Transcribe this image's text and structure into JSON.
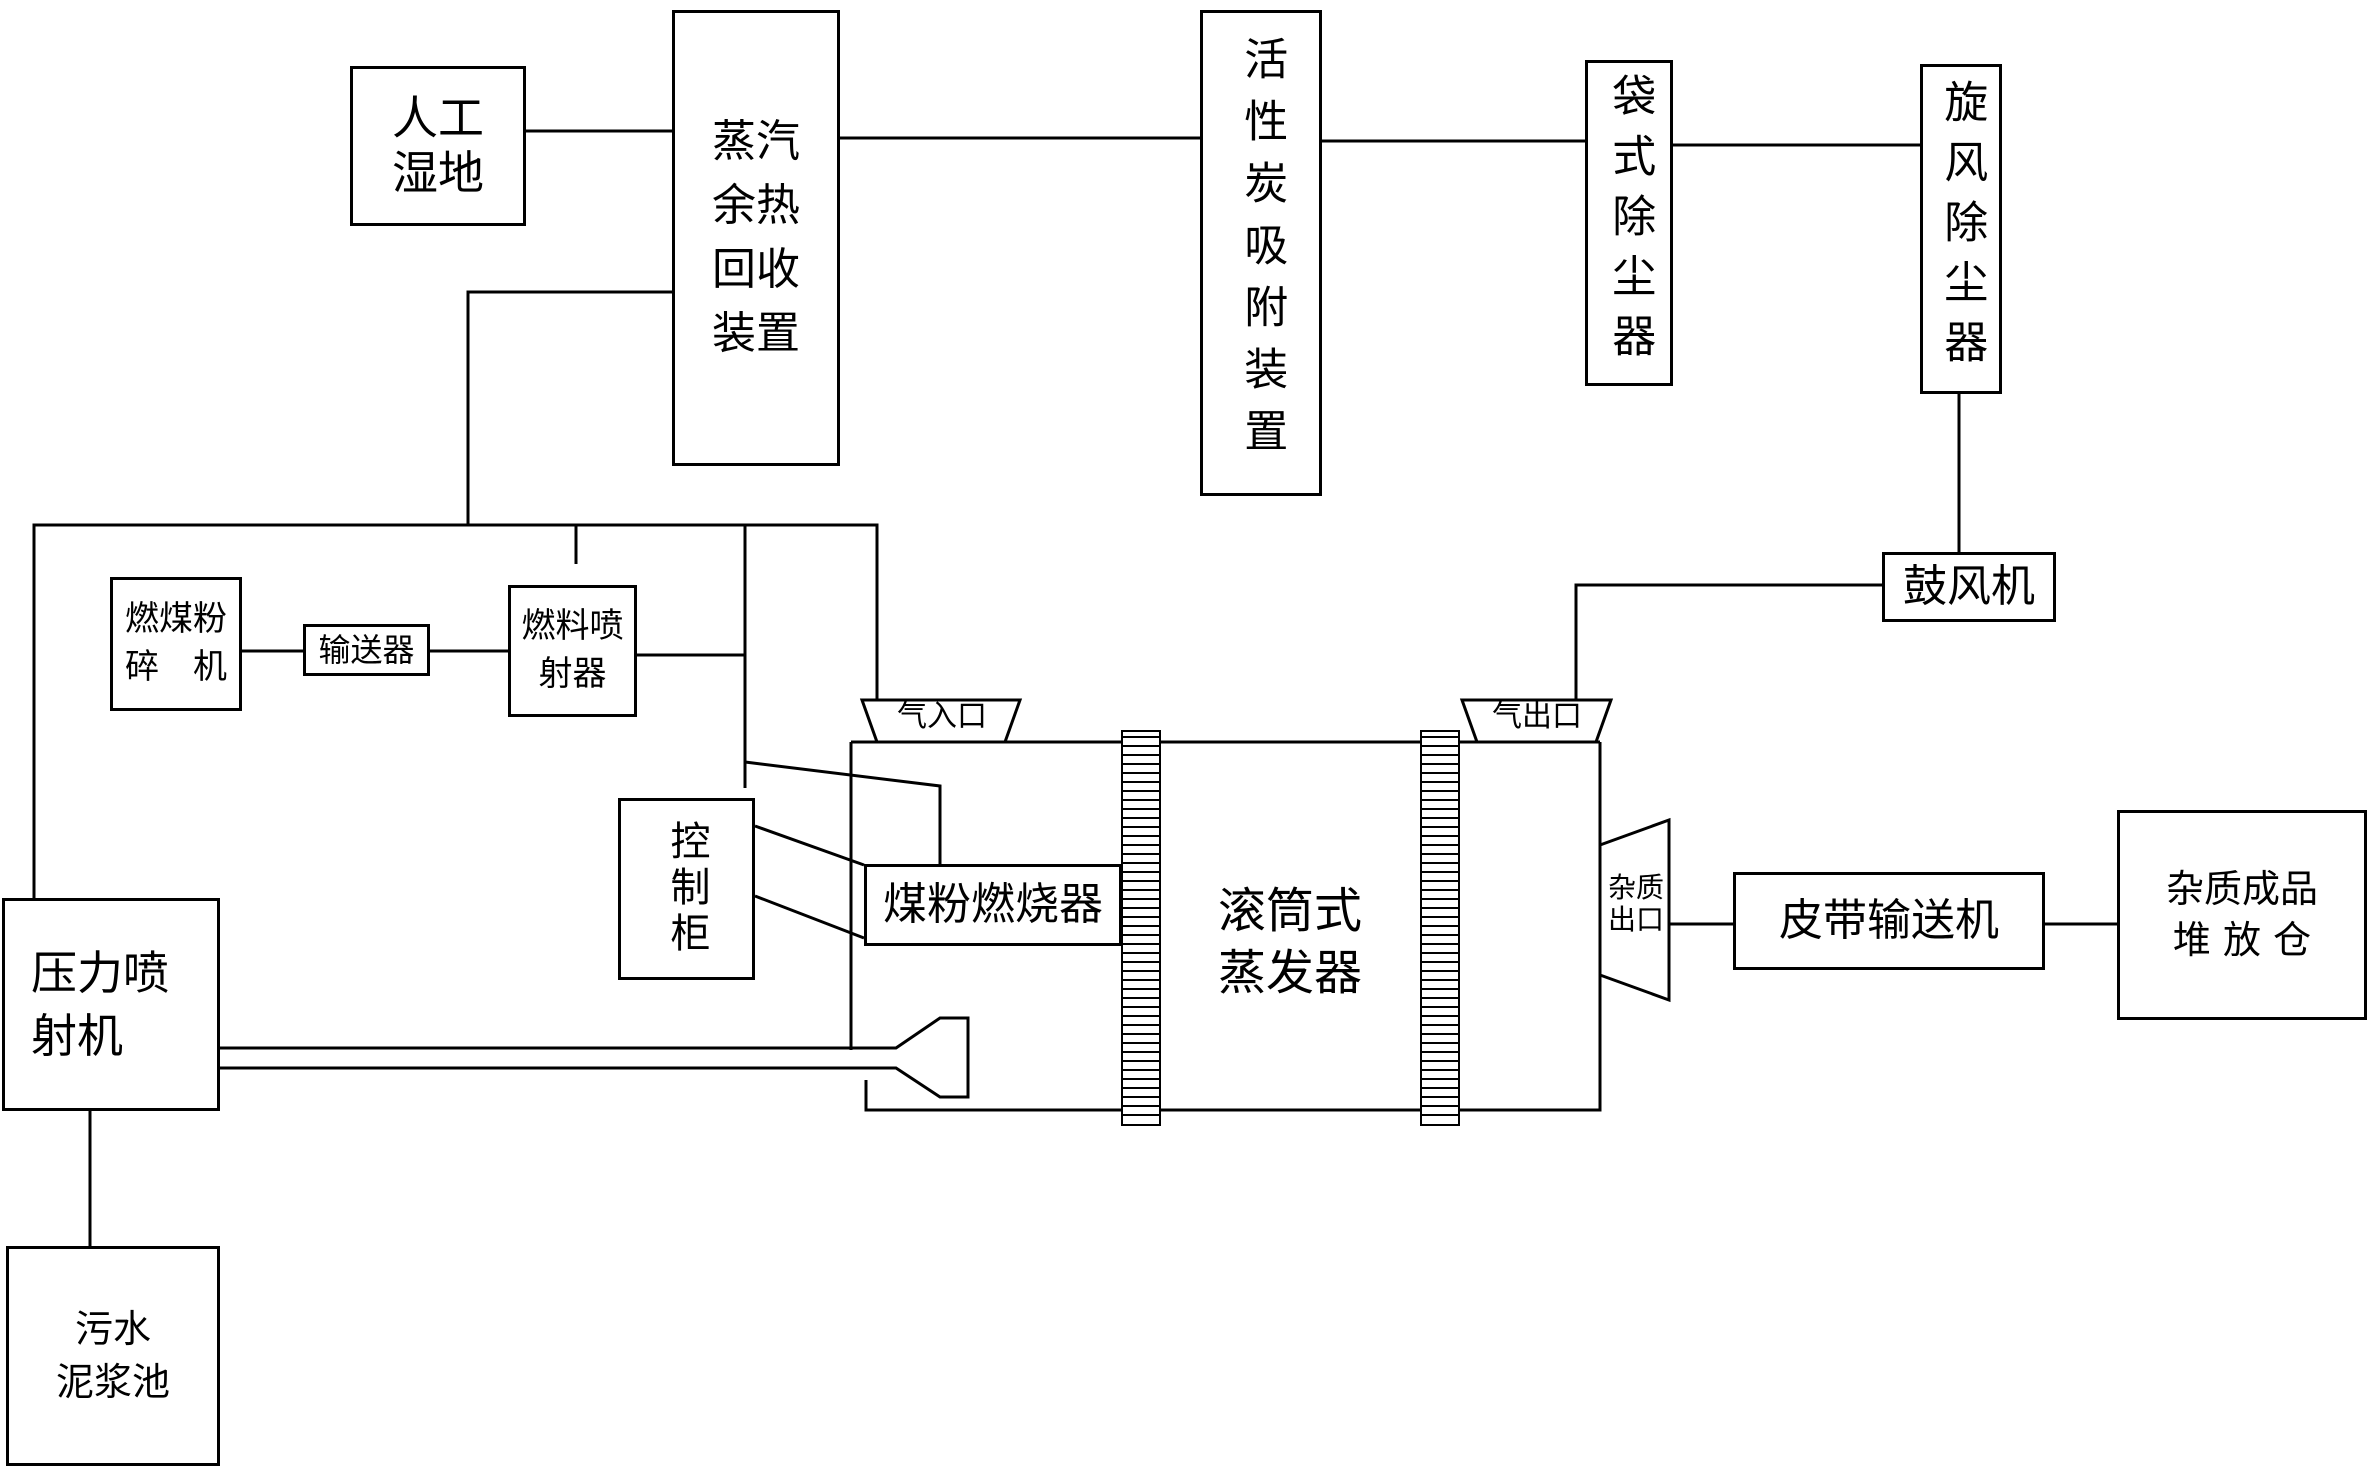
{
  "diagram": {
    "nodes": {
      "wetland": "人工\n湿地",
      "steam_recovery": "蒸汽\n余热\n回收\n装置",
      "activated_carbon": "活性炭吸附装置",
      "bag_filter": "袋式除尘器",
      "cyclone": "旋风除尘器",
      "blower": "鼓风机",
      "coal_crusher": "燃煤粉\n碎　机",
      "conveyor": "输送器",
      "fuel_injector": "燃料喷\n射器",
      "control_cabinet": "控制柜",
      "coal_burner": "煤粉燃烧器",
      "drum_evaporator": "滚筒式\n蒸发器",
      "gas_inlet": "气入口",
      "gas_outlet": "气出口",
      "impurity_outlet": "杂质\n出口",
      "belt_conveyor": "皮带输送机",
      "storage": "杂质成品\n堆 放 仓",
      "pressure_jet": "压力喷\n射机",
      "sludge_pool": "污水\n泥浆池"
    }
  }
}
